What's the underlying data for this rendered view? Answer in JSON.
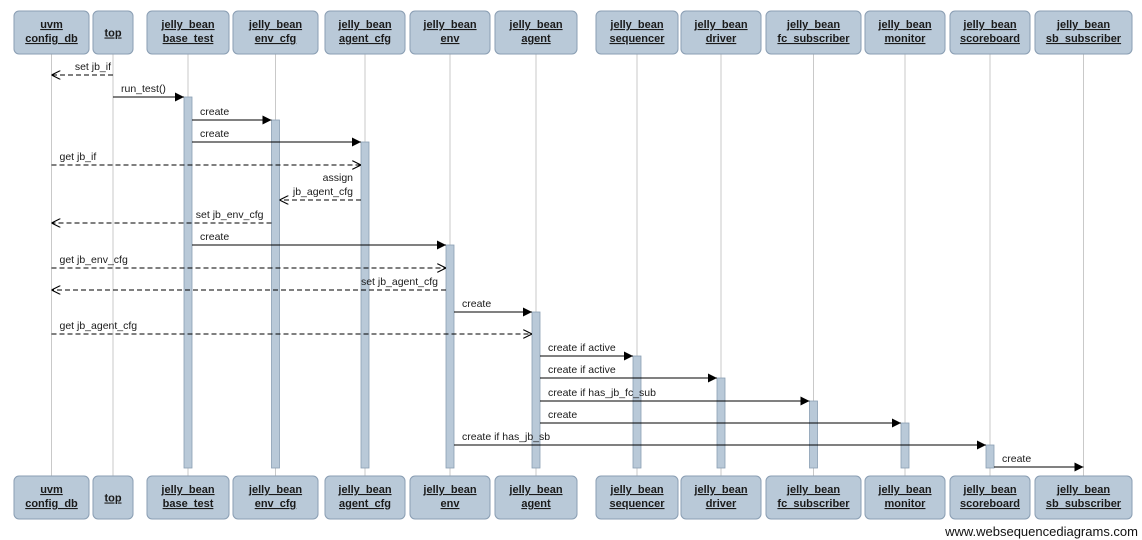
{
  "diagram": {
    "participants": [
      {
        "id": "uvm_config_db",
        "lines": [
          "uvm",
          "config_db"
        ]
      },
      {
        "id": "top",
        "lines": [
          "top"
        ]
      },
      {
        "id": "jelly_bean_base_test",
        "lines": [
          "jelly_bean",
          "base_test"
        ]
      },
      {
        "id": "jelly_bean_env_cfg",
        "lines": [
          "jelly_bean",
          "env_cfg"
        ]
      },
      {
        "id": "jelly_bean_agent_cfg",
        "lines": [
          "jelly_bean",
          "agent_cfg"
        ]
      },
      {
        "id": "jelly_bean_env",
        "lines": [
          "jelly_bean",
          "env"
        ]
      },
      {
        "id": "jelly_bean_agent",
        "lines": [
          "jelly_bean",
          "agent"
        ]
      },
      {
        "id": "jelly_bean_sequencer",
        "lines": [
          "jelly_bean",
          "sequencer"
        ]
      },
      {
        "id": "jelly_bean_driver",
        "lines": [
          "jelly_bean",
          "driver"
        ]
      },
      {
        "id": "jelly_bean_fc_subscriber",
        "lines": [
          "jelly_bean",
          "fc_subscriber"
        ]
      },
      {
        "id": "jelly_bean_monitor",
        "lines": [
          "jelly_bean",
          "monitor"
        ]
      },
      {
        "id": "jelly_bean_scoreboard",
        "lines": [
          "jelly_bean",
          "scoreboard"
        ]
      },
      {
        "id": "jelly_bean_sb_subscriber",
        "lines": [
          "jelly_bean",
          "sb_subscriber"
        ]
      }
    ],
    "messages": [
      {
        "from": "top",
        "to": "uvm_config_db",
        "label": [
          "set jb_if"
        ],
        "style": "dashed"
      },
      {
        "from": "top",
        "to": "jelly_bean_base_test",
        "label": [
          "run_test()"
        ],
        "style": "solid"
      },
      {
        "from": "jelly_bean_base_test",
        "to": "jelly_bean_env_cfg",
        "label": [
          "create"
        ],
        "style": "solid"
      },
      {
        "from": "jelly_bean_base_test",
        "to": "jelly_bean_agent_cfg",
        "label": [
          "create"
        ],
        "style": "solid"
      },
      {
        "from": "uvm_config_db",
        "to": "jelly_bean_agent_cfg",
        "label": [
          "get jb_if"
        ],
        "style": "dashed"
      },
      {
        "from": "jelly_bean_agent_cfg",
        "to": "jelly_bean_env_cfg",
        "label": [
          "assign",
          "jb_agent_cfg"
        ],
        "style": "dashed"
      },
      {
        "from": "jelly_bean_env_cfg",
        "to": "uvm_config_db",
        "label": [
          "set jb_env_cfg"
        ],
        "style": "dashed"
      },
      {
        "from": "jelly_bean_base_test",
        "to": "jelly_bean_env",
        "label": [
          "create"
        ],
        "style": "solid"
      },
      {
        "from": "uvm_config_db",
        "to": "jelly_bean_env",
        "label": [
          "get jb_env_cfg"
        ],
        "style": "dashed"
      },
      {
        "from": "jelly_bean_env",
        "to": "uvm_config_db",
        "label": [
          "set jb_agent_cfg"
        ],
        "style": "dashed"
      },
      {
        "from": "jelly_bean_env",
        "to": "jelly_bean_agent",
        "label": [
          "create"
        ],
        "style": "solid"
      },
      {
        "from": "uvm_config_db",
        "to": "jelly_bean_agent",
        "label": [
          "get jb_agent_cfg"
        ],
        "style": "dashed"
      },
      {
        "from": "jelly_bean_agent",
        "to": "jelly_bean_sequencer",
        "label": [
          "create if active"
        ],
        "style": "solid"
      },
      {
        "from": "jelly_bean_agent",
        "to": "jelly_bean_driver",
        "label": [
          "create if active"
        ],
        "style": "solid"
      },
      {
        "from": "jelly_bean_agent",
        "to": "jelly_bean_fc_subscriber",
        "label": [
          "create if has_jb_fc_sub"
        ],
        "style": "solid"
      },
      {
        "from": "jelly_bean_agent",
        "to": "jelly_bean_monitor",
        "label": [
          "create"
        ],
        "style": "solid"
      },
      {
        "from": "jelly_bean_env",
        "to": "jelly_bean_scoreboard",
        "label": [
          "create if has_jb_sb"
        ],
        "style": "solid"
      },
      {
        "from": "jelly_bean_scoreboard",
        "to": "jelly_bean_sb_subscriber",
        "label": [
          "create"
        ],
        "style": "solid"
      }
    ]
  },
  "footer": {
    "site": "www.websequencediagrams.com"
  }
}
